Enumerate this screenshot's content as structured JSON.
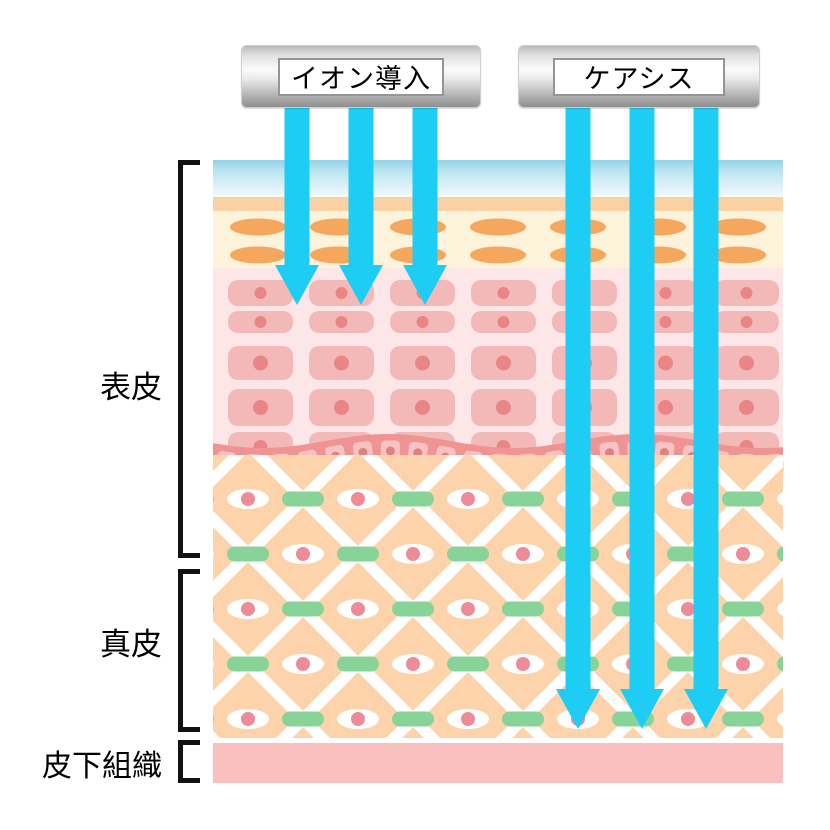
{
  "devices": [
    {
      "label": "イオン導入"
    },
    {
      "label": "ケアシス"
    }
  ],
  "layer_labels": [
    {
      "label": "表皮"
    },
    {
      "label": "真皮"
    },
    {
      "label": "皮下組織"
    }
  ],
  "colors": {
    "arrow": "#1ecdf3",
    "surface_top": "#93d2e7",
    "surface_mid": "#bde4f1",
    "surface_bottom": "#f6fbfd",
    "stratum_band": "#fbd0a2",
    "cream": "#fdf3da",
    "corneum_cell": "#f5a75e",
    "epidermis_bg": "#fce6e7",
    "cell": "#f3b9b9",
    "cell_dot": "#ea8585",
    "wave_band": "#ef9393",
    "wave_cell": "#f7c2c2",
    "wave_dot": "#dd8181",
    "dermis_bg": "#fcd3aa",
    "lattice": "#ffffff",
    "collagen_pill": "#88d398",
    "dermis_ellipse": "#ffffff",
    "dermis_dot": "#ee8b99",
    "subcutis": "#fabfbf",
    "bracket": "#111111"
  }
}
